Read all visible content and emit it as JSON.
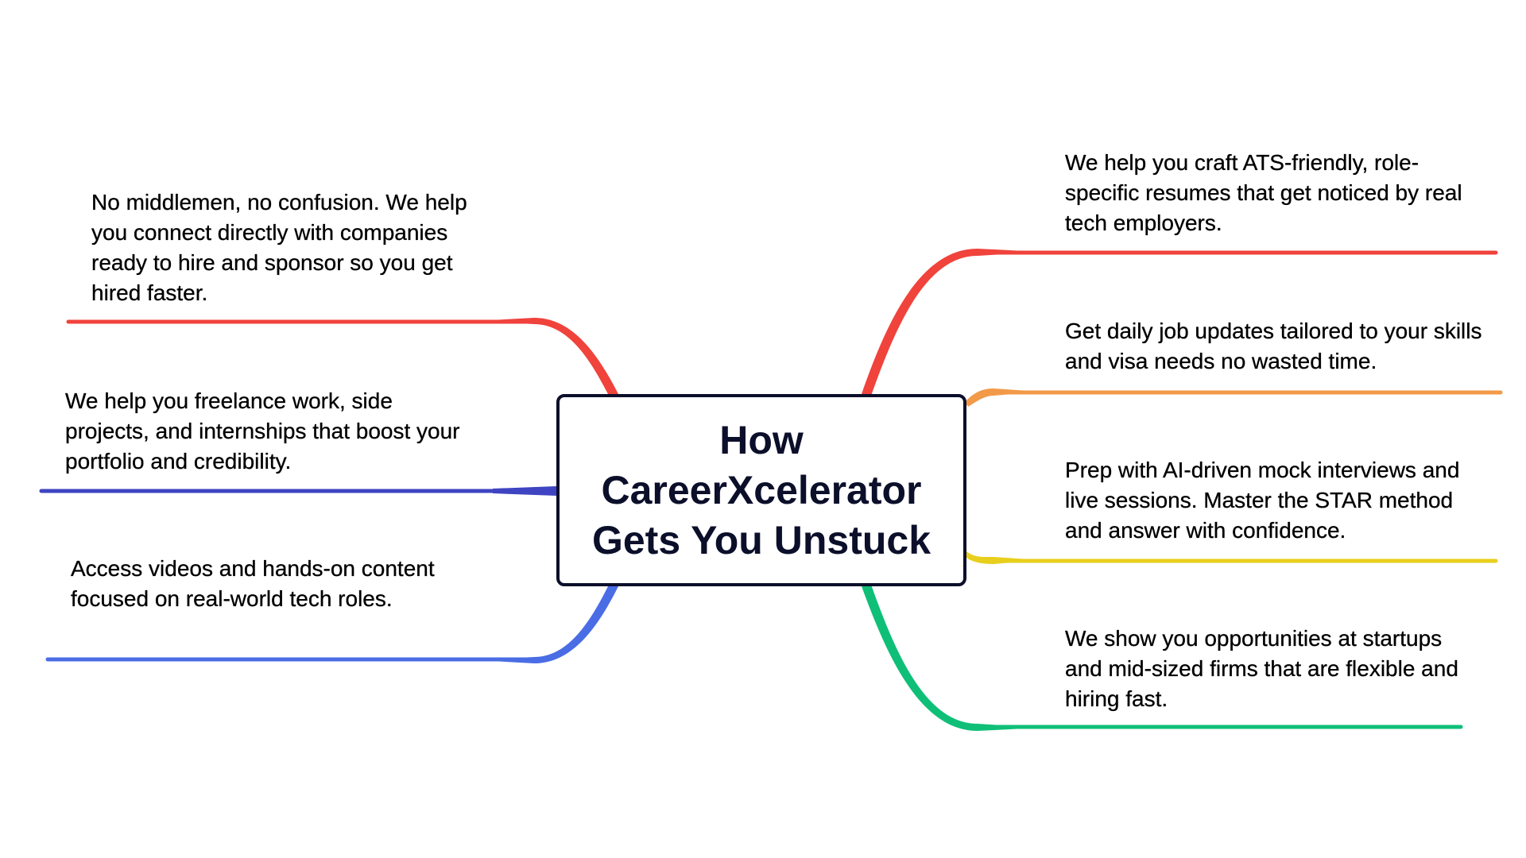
{
  "center": {
    "title": "How CareerXcelerator Gets You Unstuck"
  },
  "branches": [
    {
      "id": "l1",
      "side": "left",
      "color": "#f0433c",
      "text": "No middlemen, no confusion. We help you connect directly with companies ready to hire and sponsor so you get hired faster."
    },
    {
      "id": "l2",
      "side": "left",
      "color": "#3f44c2",
      "text": "We help you freelance work, side projects, and internships that boost your portfolio and credibility."
    },
    {
      "id": "l3",
      "side": "left",
      "color": "#4a6de5",
      "text": "Access videos and hands-on content focused on real-world tech roles."
    },
    {
      "id": "r1",
      "side": "right",
      "color": "#f0433c",
      "text": "We help you craft ATS-friendly, role-specific resumes that get noticed by real tech employers."
    },
    {
      "id": "r2",
      "side": "right",
      "color": "#f29a48",
      "text": "Get daily job updates tailored to your skills and visa needs no wasted time."
    },
    {
      "id": "r3",
      "side": "right",
      "color": "#e8cf1e",
      "text": "Prep with AI-driven mock interviews and live sessions. Master the STAR method and answer with confidence."
    },
    {
      "id": "r4",
      "side": "right",
      "color": "#0fbf78",
      "text": "We show you opportunities at startups and mid-sized firms that are flexible and hiring fast."
    }
  ]
}
